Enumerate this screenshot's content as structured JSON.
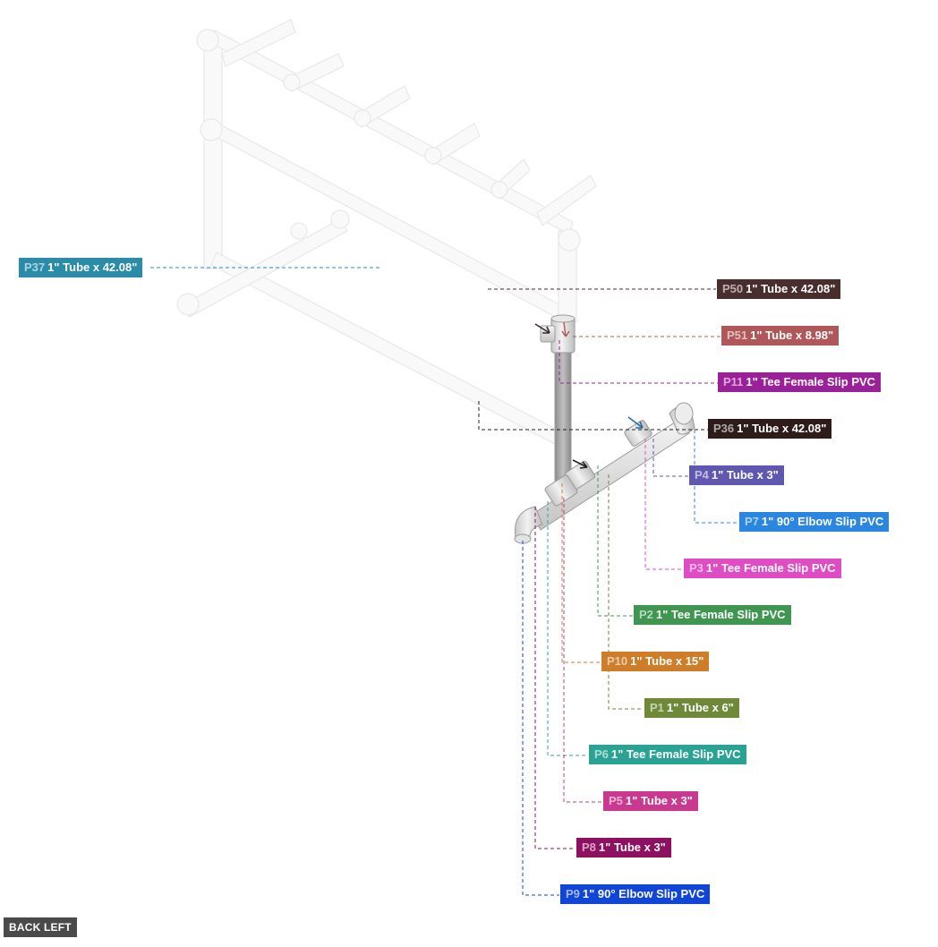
{
  "view_button": {
    "label": "BACK LEFT"
  },
  "parts": [
    {
      "id": "P37",
      "desc": "1\" Tube x 42.08\"",
      "color": "#2a8ca8"
    },
    {
      "id": "P50",
      "desc": "1\" Tube x 42.08\"",
      "color": "#4a2e2e"
    },
    {
      "id": "P51",
      "desc": "1\" Tube x 8.98\"",
      "color": "#b0575a"
    },
    {
      "id": "P11",
      "desc": "1\" Tee Female Slip PVC",
      "color": "#9b2198"
    },
    {
      "id": "P36",
      "desc": "1\" Tube x 42.08\"",
      "color": "#2e1c1a"
    },
    {
      "id": "P4",
      "desc": "1\" Tube x 3\"",
      "color": "#5f57b0"
    },
    {
      "id": "P7",
      "desc": "1\" 90° Elbow Slip PVC",
      "color": "#2b86e0"
    },
    {
      "id": "P3",
      "desc": "1\" Tee Female Slip PVC",
      "color": "#e04cc3"
    },
    {
      "id": "P2",
      "desc": "1\" Tee Female Slip PVC",
      "color": "#3f9650"
    },
    {
      "id": "P10",
      "desc": "1\" Tube x 15\"",
      "color": "#d07d2a"
    },
    {
      "id": "P1",
      "desc": "1\" Tube x 6\"",
      "color": "#6e8a38"
    },
    {
      "id": "P6",
      "desc": "1\" Tee Female Slip PVC",
      "color": "#2aa394"
    },
    {
      "id": "P5",
      "desc": "1\" Tube x 3\"",
      "color": "#c8398f"
    },
    {
      "id": "P8",
      "desc": "1\" Tube x 3\"",
      "color": "#8e1060"
    },
    {
      "id": "P9",
      "desc": "1\" 90° Elbow Slip PVC",
      "color": "#1045d8"
    }
  ]
}
